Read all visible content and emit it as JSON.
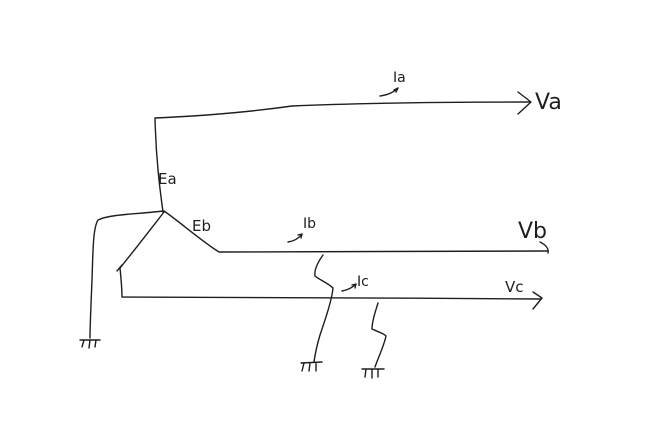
{
  "labels": {
    "source_a": "Ea",
    "source_b": "Eb",
    "current_a": "Ia",
    "current_b": "Ib",
    "current_c": "Ic",
    "voltage_a": "Va",
    "voltage_b": "Vb",
    "voltage_c": "Vc"
  }
}
